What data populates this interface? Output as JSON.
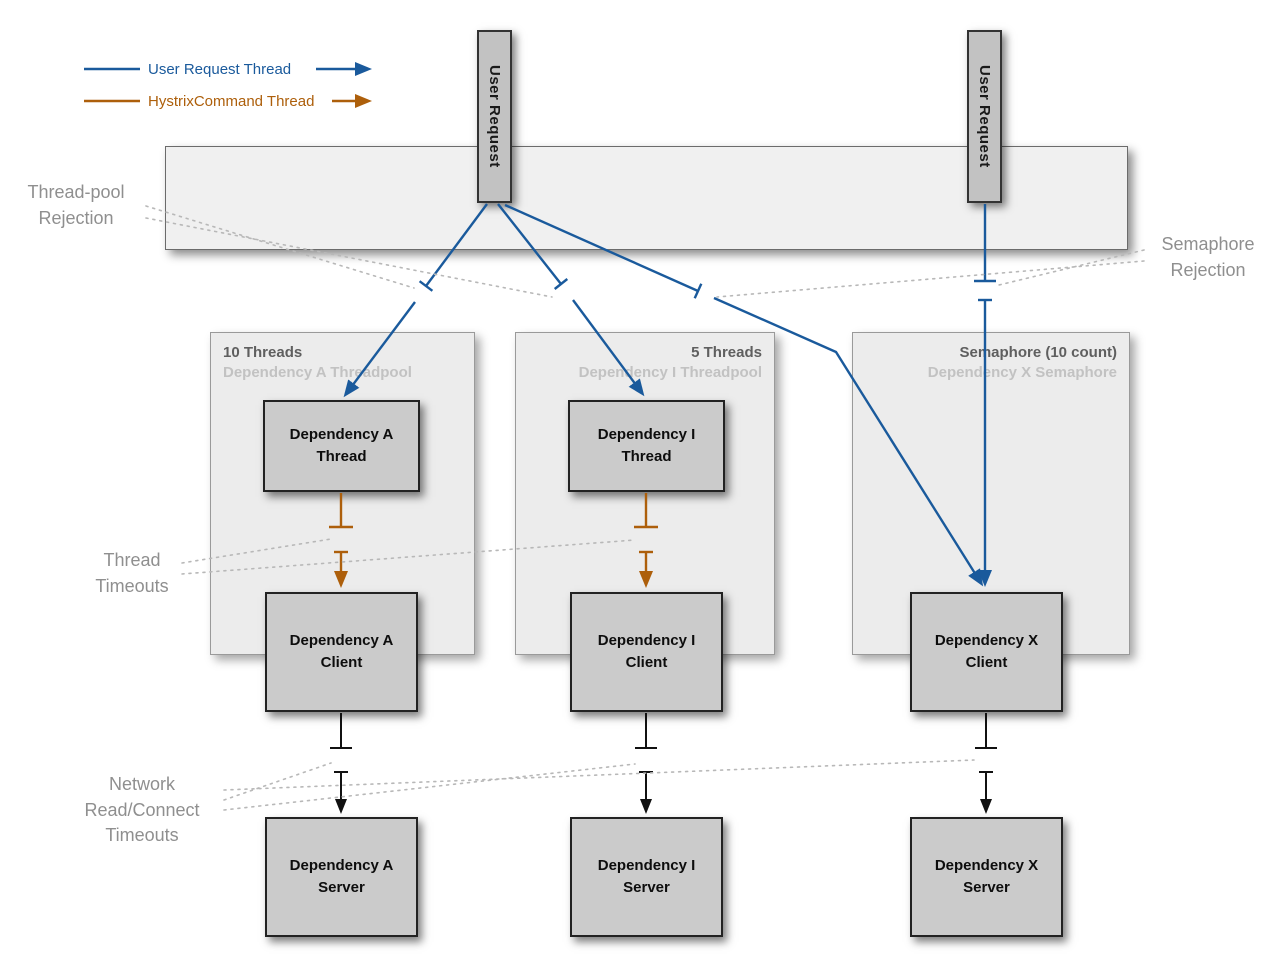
{
  "colors": {
    "user_request_thread": "#1a5a9c",
    "hystrix_command_thread": "#ad5f0b",
    "network_arrow": "#111111",
    "annotation_gray": "#8f8f8f",
    "connector_dotted": "#b8b8b8"
  },
  "legend": {
    "user_request": "User Request Thread",
    "hystrix_command": "HystrixCommand Thread"
  },
  "user_request_boxes": {
    "left": "User Request",
    "right": "User Request"
  },
  "pools": {
    "a": {
      "count": "10 Threads",
      "name": "Dependency A Threadpool"
    },
    "i": {
      "count": "5 Threads",
      "name": "Dependency I Threadpool"
    },
    "x": {
      "count": "Semaphore (10 count)",
      "name": "Dependency X Semaphore"
    }
  },
  "nodes": {
    "a_thread": "Dependency A\nThread",
    "i_thread": "Dependency I\nThread",
    "a_client": "Dependency A\nClient",
    "i_client": "Dependency I\nClient",
    "x_client": "Dependency X\nClient",
    "a_server": "Dependency A\nServer",
    "i_server": "Dependency I\nServer",
    "x_server": "Dependency X\nServer"
  },
  "annotations": {
    "thread_pool_rejection": "Thread-pool\nRejection",
    "semaphore_rejection": "Semaphore\nRejection",
    "thread_timeouts": "Thread\nTimeouts",
    "network_timeouts": "Network\nRead/Connect\nTimeouts"
  }
}
